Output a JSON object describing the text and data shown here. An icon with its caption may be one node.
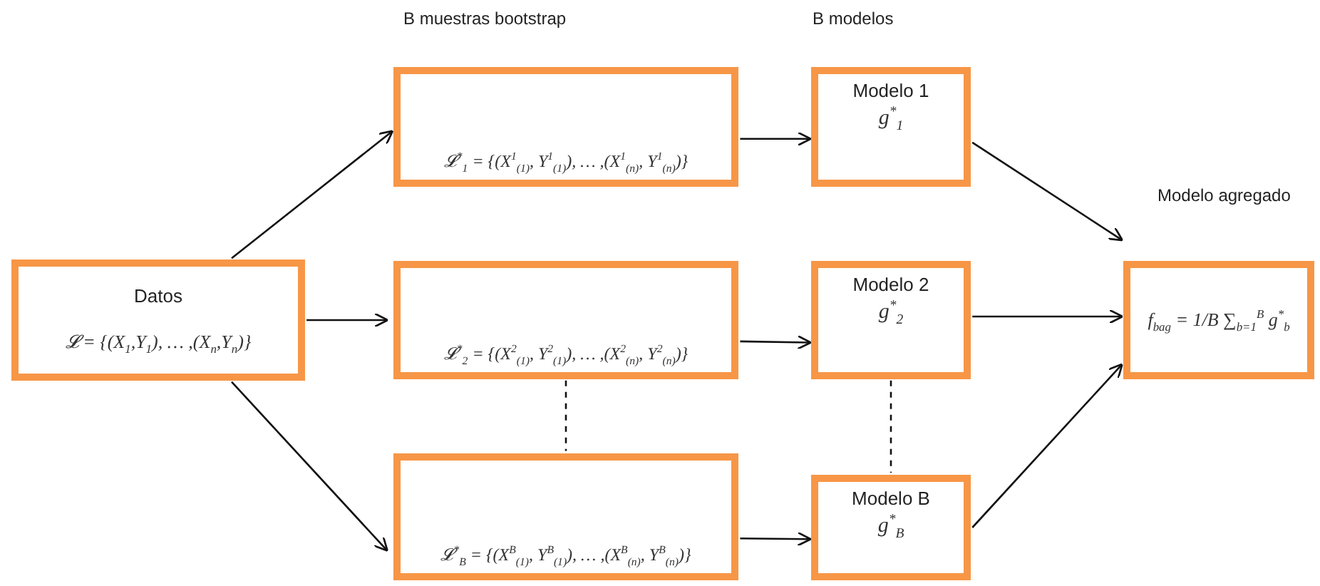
{
  "diagram": {
    "nodes": [
      {
        "text": [
          "Datos",
          "𝓛 = {(X$_{1}$,Y$_{1}$), … ,(X$_{n}$,Y$_{n}$)}"
        ]
      },
      {
        "text": [
          "𝓛$^{*}$$_{1}$ = {(X$^{1}$$_{(1)}$, Y$^{1}$$_{(1)}$), … ,(X$^{1}$$_{(n)}$, Y$^{1}$$_{(n)}$)}"
        ]
      },
      {
        "text": [
          "𝓛$^{*}$$_{2}$ = {(X$^{2}$$_{(1)}$, Y$^{2}$$_{(1)}$), … ,(X$^{2}$$_{(n)}$, Y$^{2}$$_{(n)}$)}"
        ]
      },
      {
        "text": [
          "𝓛$^{*}$$_{B}$ = {(X$^{B}$$_{(1)}$, Y$^{B}$$_{(1)}$), … ,(X$^{B}$$_{(n)}$, Y$^{B}$$_{(n)}$)}"
        ]
      },
      {
        "text": [
          "Modelo 1",
          "g$^{*}$$_{1}$"
        ]
      },
      {
        "text": [
          "Modelo 2",
          "g$^{*}$$_{2}$"
        ]
      },
      {
        "text": [
          "Modelo B",
          "g$^{*}$$_{B}$"
        ]
      },
      {
        "text": [
          "f$_{bag}$ = 1/B ∑$_{b=1}$$^{B}$ g$^{*}$$_{b}$"
        ],
        "beside": [
          "Modelo agregado"
        ]
      }
    ],
    "edges": [
      {
        "from": 0,
        "to": 1,
        "arrow": "to"
      },
      {
        "from": 0,
        "to": 2,
        "arrow": "to"
      },
      {
        "from": 0,
        "to": 3,
        "arrow": "to"
      },
      {
        "from": 1,
        "to": 4,
        "arrow": "to"
      },
      {
        "from": 2,
        "to": 5,
        "arrow": "to"
      },
      {
        "from": 3,
        "to": 6,
        "arrow": "to"
      },
      {
        "from": 4,
        "to": 7,
        "arrow": "to"
      },
      {
        "from": 5,
        "to": 7,
        "arrow": "to"
      },
      {
        "from": 6,
        "to": 7,
        "arrow": "to"
      },
      {
        "from": 2,
        "to": 3,
        "arrow": "none",
        "style": "dashed"
      },
      {
        "from": 5,
        "to": 6,
        "arrow": "none",
        "style": "dashed"
      }
    ],
    "labels": [
      "B muestras bootstrap",
      "B modelos"
    ]
  }
}
